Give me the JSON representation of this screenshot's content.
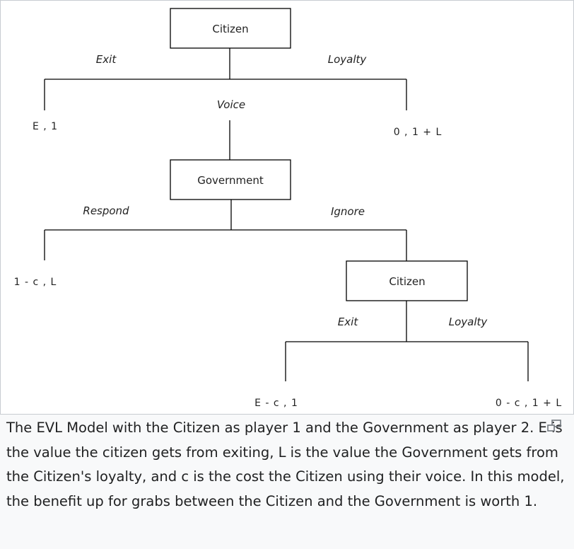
{
  "diagram": {
    "nodes": {
      "citizen_root": "Citizen",
      "government": "Government",
      "citizen_second": "Citizen"
    },
    "branches": {
      "exit_1": "Exit",
      "loyalty_1": "Loyalty",
      "voice": "Voice",
      "respond": "Respond",
      "ignore": "Ignore",
      "exit_2": "Exit",
      "loyalty_2": "Loyalty"
    },
    "payoffs": {
      "exit_1": "E , 1",
      "loyalty_1": "0 , 1 + L",
      "respond": "1 - c , L",
      "exit_2": "E - c , 1",
      "loyalty_2": "0 - c , 1 + L"
    }
  },
  "caption": {
    "text": "The EVL Model with the Citizen as player 1 and the Government as player 2. E is the value the citizen gets from exiting, L is the value the Government gets from the Citizen's loyalty, and c is the cost the Citizen using their voice. In this model, the benefit up for grabs between the Citizen and the Government is worth 1.",
    "enlarge_icon": "enlarge-icon"
  }
}
